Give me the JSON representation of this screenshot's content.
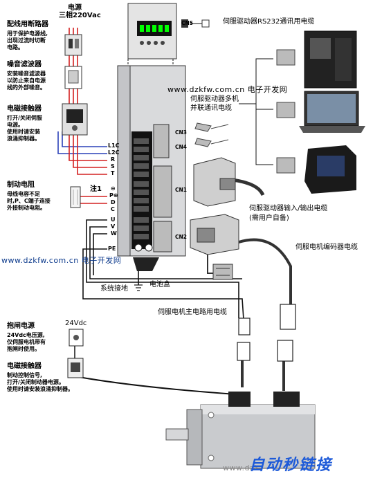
{
  "power": {
    "title": "电源",
    "subtitle": "三相220Vac"
  },
  "breaker": {
    "title": "配线用断路器",
    "desc": [
      "用于保护电源线,",
      "出现过流时切断",
      "电路。"
    ]
  },
  "noise_filter": {
    "title": "噪音滤波器",
    "desc": [
      "安装噪音滤波器",
      "以防止来自电源",
      "线的外部噪音。"
    ]
  },
  "contactor": {
    "title": "电磁接触器",
    "desc": [
      "打开/关闭伺服",
      "电源。",
      "使用时请安装",
      "浪涌抑制器。"
    ]
  },
  "brake_resistor": {
    "title": "制动电阻",
    "desc": [
      "母线电容不足",
      "时,P、C端子连接",
      "外接制动电阻。"
    ]
  },
  "note": "注1",
  "terminals": [
    "L1C",
    "L2C",
    "R",
    "S",
    "T",
    "⊖",
    "P⊕",
    "D",
    "C",
    "U",
    "V",
    "W",
    "PE"
  ],
  "connectors": {
    "cn5": "CN5",
    "cn3": "CN3",
    "cn4": "CN4",
    "cn1": "CN1",
    "cn2": "CN2"
  },
  "labels": {
    "rs232": "伺服驱动器RS232通讯用电缆",
    "multi": [
      "伺服驱动器多机",
      "并联通讯电缆"
    ],
    "io_cable": [
      "伺服驱动器输入/输出电缆",
      "(需用户自备)"
    ],
    "encoder": "伺服电机编码器电缆",
    "system_ground": "系统接地",
    "battery": "电池盒",
    "motor_main": "伺服电机主电路用电缆"
  },
  "brake_power": {
    "voltage": "24Vdc",
    "title": "抱闸电源",
    "desc": [
      "24Vdc电压源,",
      "仅伺服电机带有",
      "抱闸时使用。"
    ]
  },
  "brake_contactor": {
    "title": "电磁接触器",
    "desc": [
      "制动控制信号,",
      "打开/关闭制动器电源。",
      "使用时请安装浪涌抑制器。"
    ]
  },
  "watermarks": {
    "wm1": "www.dzkfw.com.cn 电子开发网",
    "wm2": "www.dzkfw.com.cn 电子开发网",
    "wm3": "www.dzk"
  },
  "logo": "自动秒链接",
  "colors": {
    "wire_red": "#d42020",
    "wire_blue": "#2a40b8",
    "wire_black": "#111111",
    "drive_body": "#d9dadc"
  }
}
